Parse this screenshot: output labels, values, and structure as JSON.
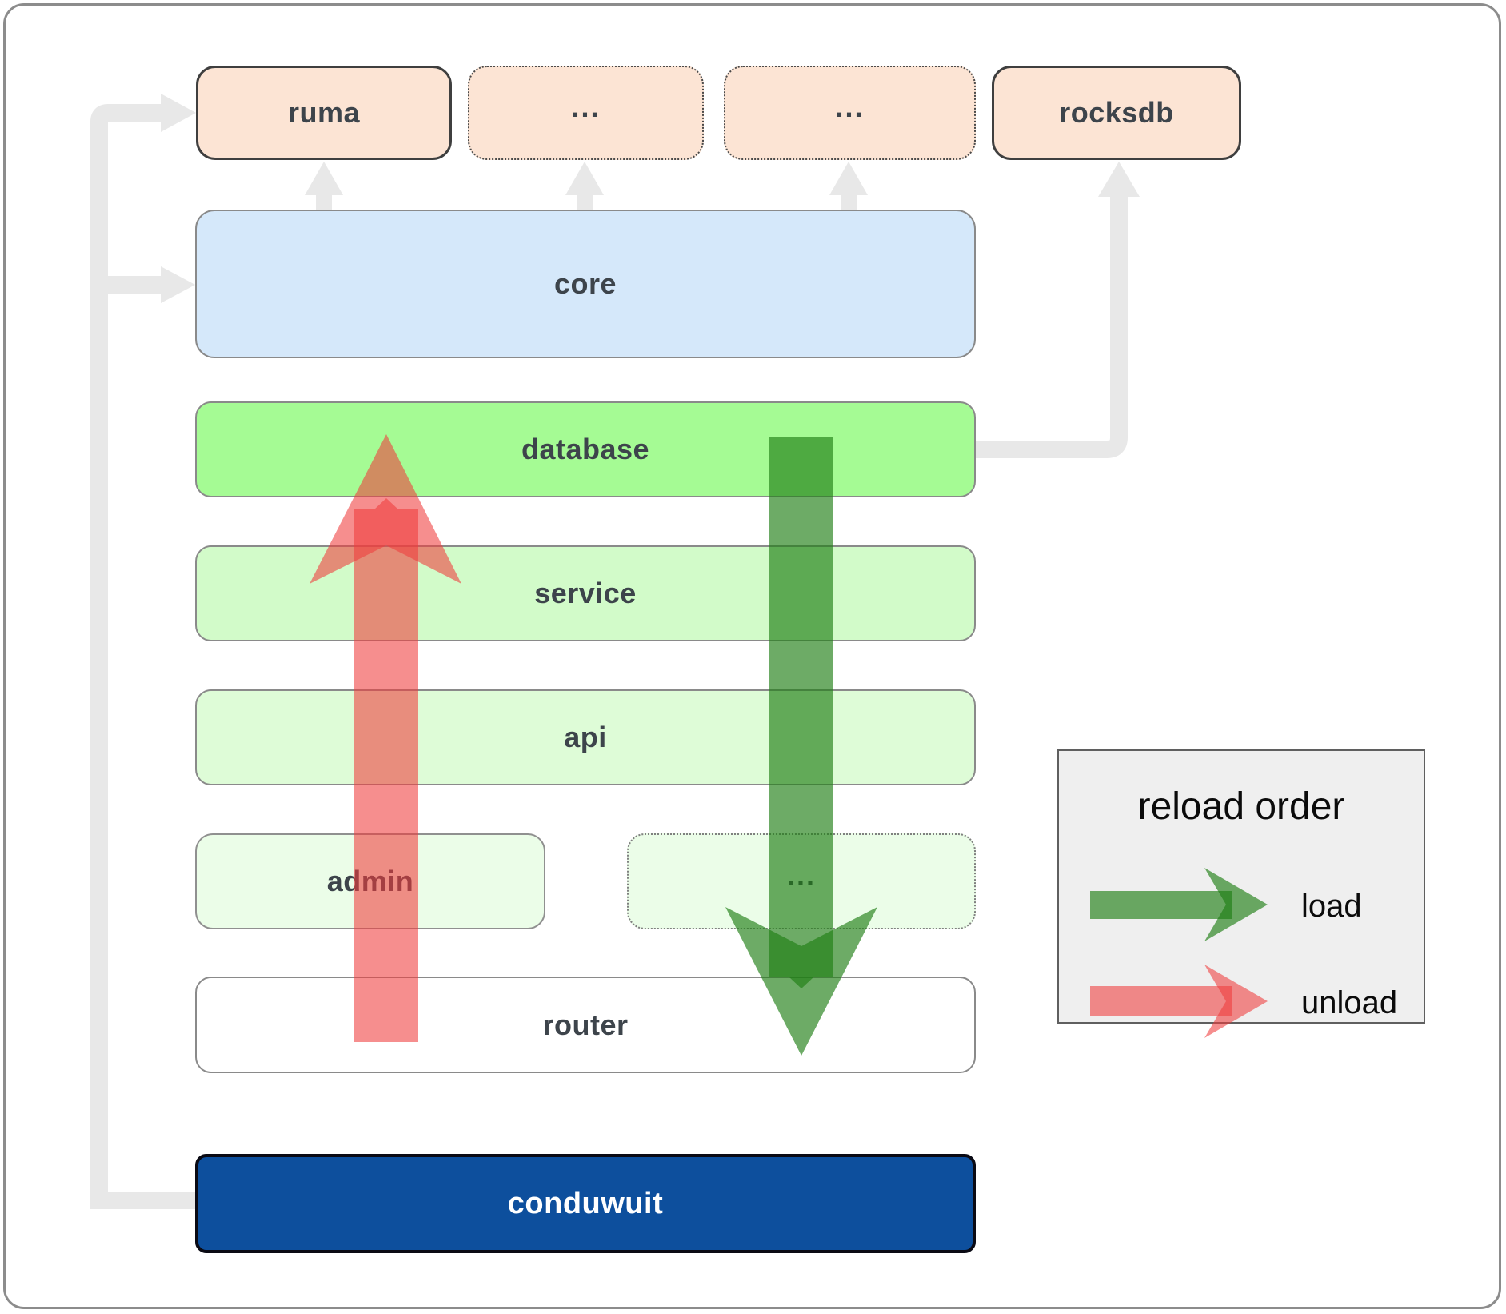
{
  "boxes": {
    "ruma": "ruma",
    "ellipsis_top_1": "...",
    "ellipsis_top_2": "...",
    "rocksdb": "rocksdb",
    "core": "core",
    "database": "database",
    "service": "service",
    "api": "api",
    "admin": "admin",
    "ellipsis_mid": "...",
    "router": "router",
    "conduwuit": "conduwuit"
  },
  "legend": {
    "title": "reload order",
    "load_label": "load",
    "unload_label": "unload"
  },
  "colors": {
    "top_box_fill": "#fce4d4",
    "core_fill": "#d5e8fa",
    "database_fill": "#a5fb94",
    "service_fill": "#d2fbc9",
    "api_fill": "#defcd7",
    "admin_fill": "#ebfde8",
    "router_fill": "#ffffff",
    "conduwuit_fill": "#0d4f9d",
    "conduwuit_text": "#ffffff",
    "label_color": "#3d444b",
    "connector_gray": "#e8e8e8",
    "load_arrow": "rgba(30,126,20,0.65)",
    "unload_arrow": "rgba(240,60,60,0.58)",
    "legend_bg": "#efefef"
  }
}
